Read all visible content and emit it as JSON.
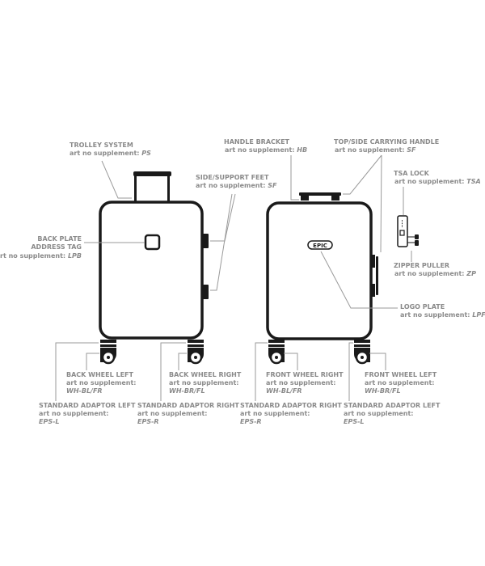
{
  "labels": {
    "trolley": {
      "title": "TROLLEY SYSTEM",
      "art": "art no supplement:",
      "code": "PS"
    },
    "side_feet": {
      "title": "SIDE/SUPPORT FEET",
      "art": "art no supplement:",
      "code": "SF"
    },
    "back_plate": {
      "title1": "BACK PLATE",
      "title2": "ADDRESS TAG",
      "art": "art no supplement:",
      "code": "LPB"
    },
    "handle_bracket": {
      "title": "HANDLE BRACKET",
      "art": "art no supplement:",
      "code": "HB"
    },
    "carry_handle": {
      "title": "TOP/SIDE CARRYING HANDLE",
      "art": "art no supplement:",
      "code": "SF"
    },
    "tsa_lock": {
      "title": "TSA LOCK",
      "art": "art no supplement:",
      "code": "TSA"
    },
    "zipper": {
      "title": "ZIPPER PULLER",
      "art": "art no supplement:",
      "code": "ZP"
    },
    "logo_plate": {
      "title": "LOGO PLATE",
      "art": "art no supplement:",
      "code": "LPF"
    },
    "wheels": [
      {
        "title": "BACK WHEEL LEFT",
        "art": "art no supplement:",
        "code": "WH-BL/FR"
      },
      {
        "title": "BACK WHEEL RIGHT",
        "art": "art no supplement:",
        "code": "WH-BR/FL"
      },
      {
        "title": "FRONT WHEEL RIGHT",
        "art": "art no supplement:",
        "code": "WH-BL/FR"
      },
      {
        "title": "FRONT WHEEL LEFT",
        "art": "art no supplement:",
        "code": "WH-BR/FL"
      }
    ],
    "adaptors": [
      {
        "title": "STANDARD ADAPTOR LEFT",
        "art": "art no supplement:",
        "code": "EPS-L"
      },
      {
        "title": "STANDARD ADAPTOR RIGHT",
        "art": "art no supplement:",
        "code": "EPS-R"
      },
      {
        "title": "STANDARD ADAPTOR RIGHT",
        "art": "art no supplement:",
        "code": "EPS-R"
      },
      {
        "title": "STANDARD ADAPTOR LEFT",
        "art": "art no supplement:",
        "code": "EPS-L"
      }
    ]
  },
  "logo_text": "EPIC"
}
